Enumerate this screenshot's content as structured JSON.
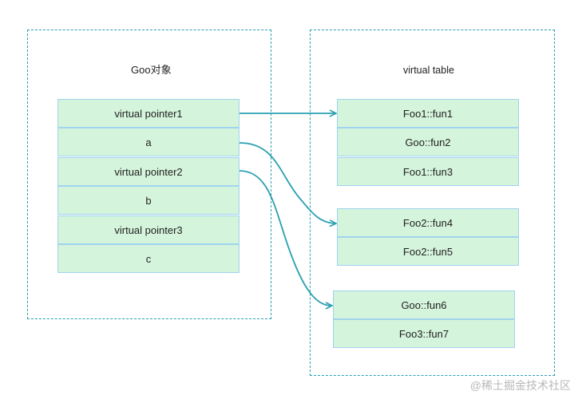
{
  "object_panel": {
    "title": "Goo对象",
    "fields": [
      {
        "label": "virtual pointer1"
      },
      {
        "label": "a"
      },
      {
        "label": "virtual pointer2"
      },
      {
        "label": "b"
      },
      {
        "label": "virtual pointer3"
      },
      {
        "label": "c"
      }
    ]
  },
  "vtable_panel": {
    "title": "virtual table",
    "tables": [
      {
        "entries": [
          "Foo1::fun1",
          "Goo::fun2",
          "Foo1::fun3"
        ]
      },
      {
        "entries": [
          "Foo2::fun4",
          "Foo2::fun5"
        ]
      },
      {
        "entries": [
          "Goo::fun6",
          "Foo3::fun7"
        ]
      }
    ]
  },
  "pointers": [
    {
      "from": "virtual pointer1",
      "to_table": 1
    },
    {
      "from": "a",
      "to_table": 2
    },
    {
      "from": "virtual pointer2",
      "to_table": 3
    }
  ],
  "watermark": "@稀土掘金技术社区",
  "colors": {
    "cell_fill": "#d5f4dc",
    "cell_border": "#9fd3ee",
    "frame_dash": "#2aa0b0",
    "arrow": "#2aa0b0"
  }
}
